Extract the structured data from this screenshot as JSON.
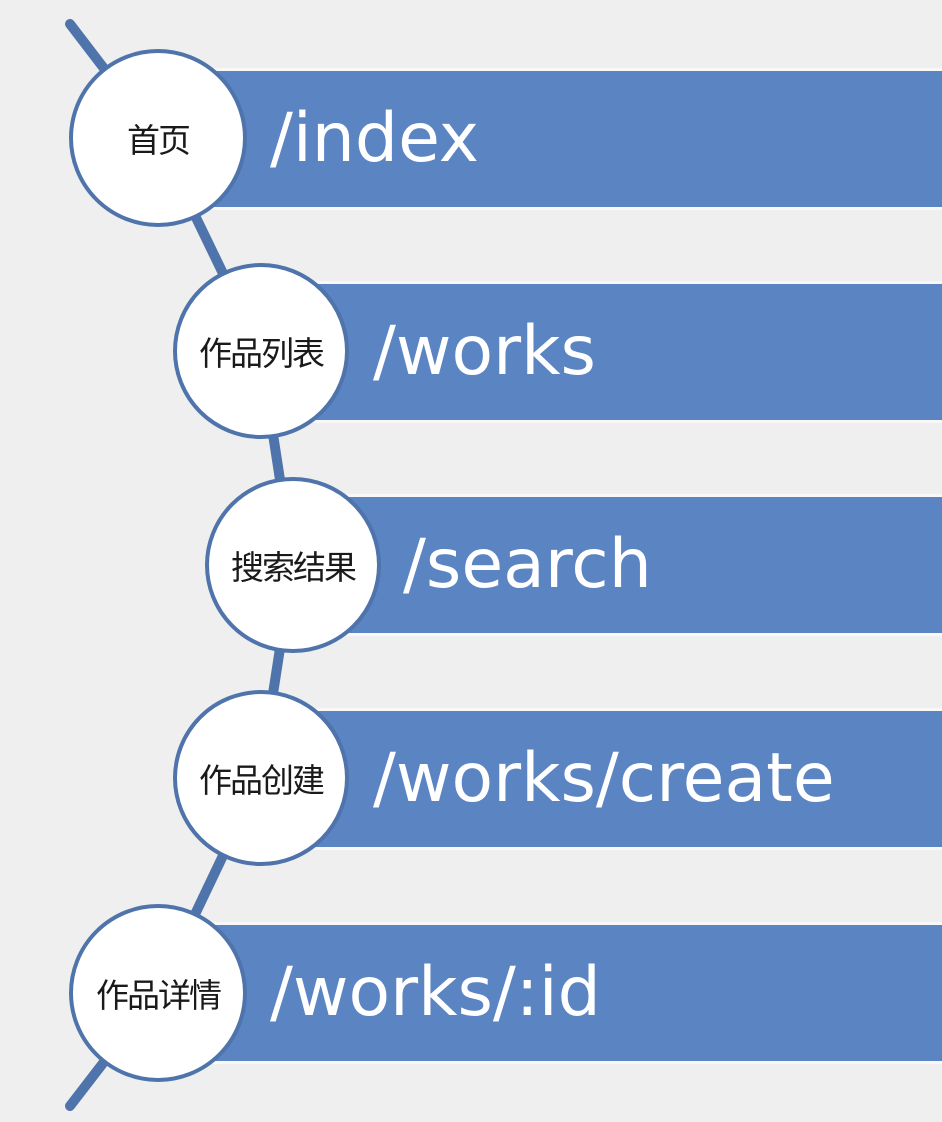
{
  "routes": [
    {
      "page": "首页",
      "path": "/index"
    },
    {
      "page": "作品列表",
      "path": "/works"
    },
    {
      "page": "搜索结果",
      "path": "/search"
    },
    {
      "page": "作品创建",
      "path": "/works/create"
    },
    {
      "page": "作品详情",
      "path": "/works/:id"
    }
  ],
  "colors": {
    "bar": "#5a84c2",
    "line": "#4f74ab",
    "background": "#efefef"
  }
}
